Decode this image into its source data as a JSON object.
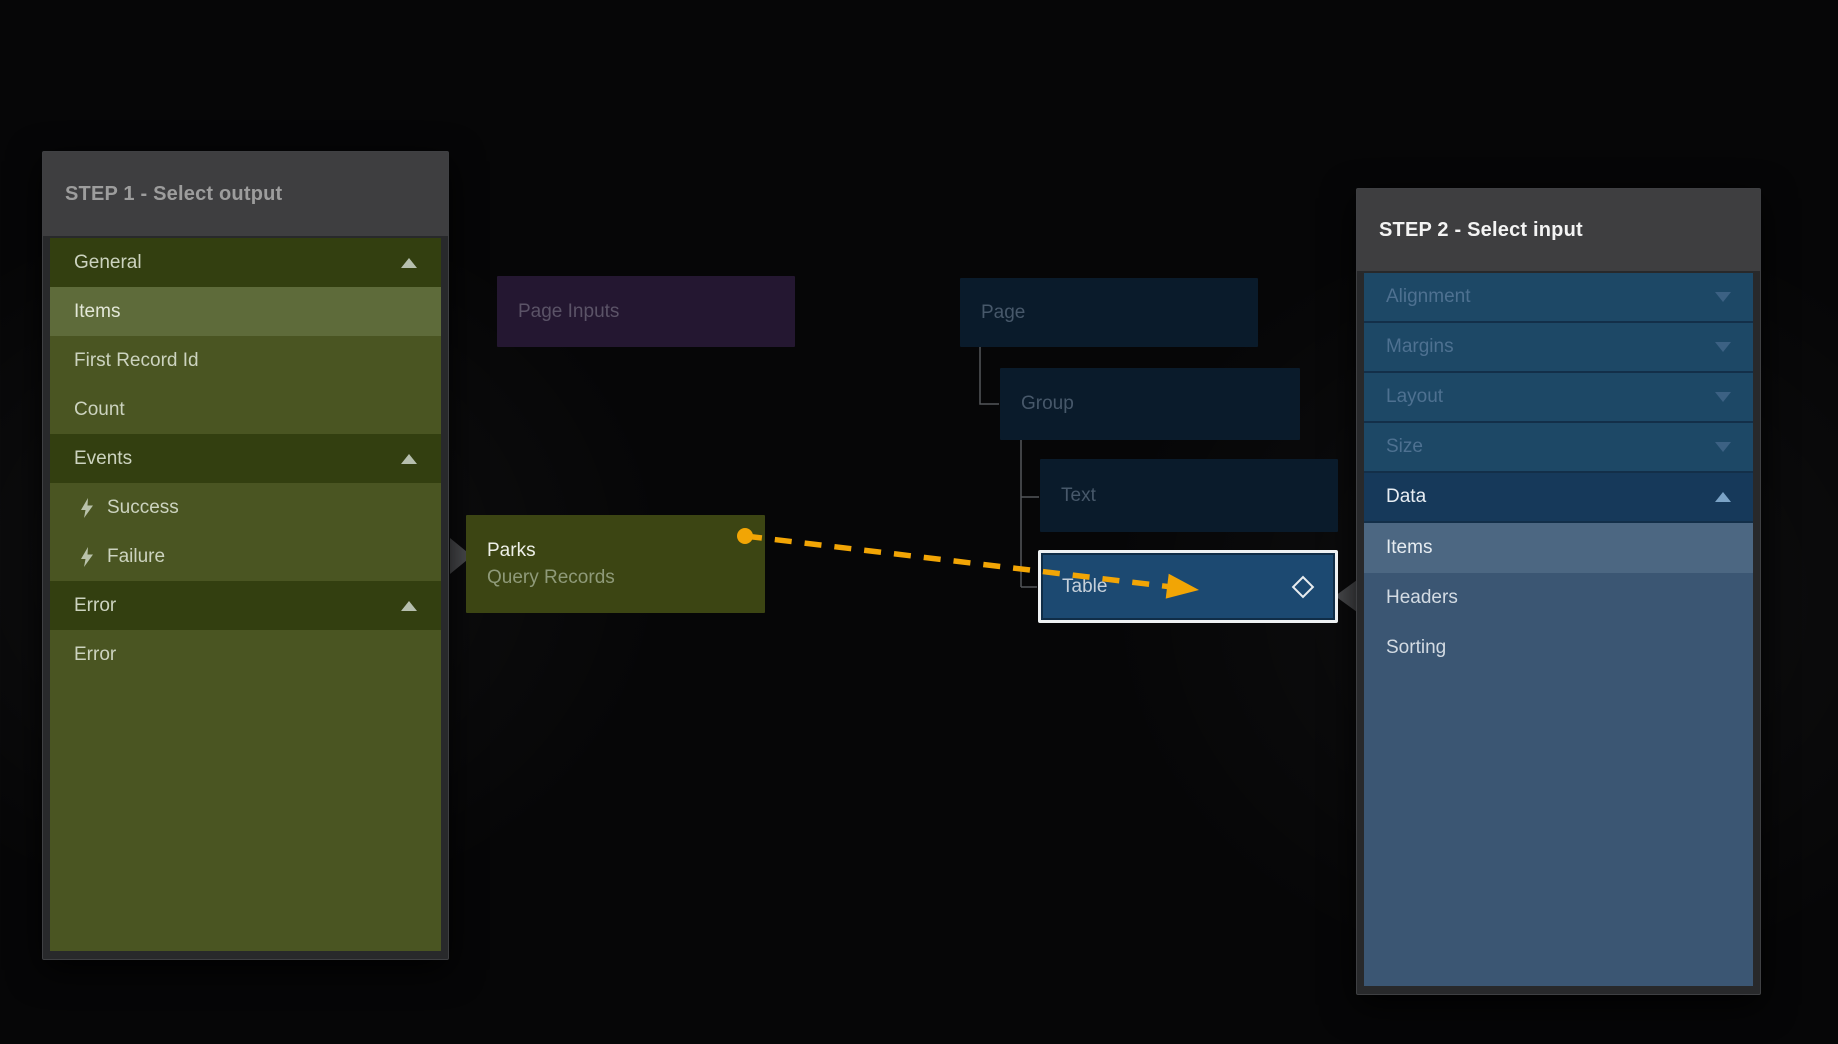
{
  "step1": {
    "title": "STEP 1 - Select output",
    "items": [
      {
        "label": "General",
        "type": "section",
        "icon": "chevron-up-icon"
      },
      {
        "label": "Items",
        "type": "item",
        "selected": true
      },
      {
        "label": "First Record Id",
        "type": "item"
      },
      {
        "label": "Count",
        "type": "item"
      },
      {
        "label": "Events",
        "type": "section",
        "icon": "chevron-up-icon"
      },
      {
        "label": "Success",
        "type": "event",
        "icon": "lightning-icon"
      },
      {
        "label": "Failure",
        "type": "event",
        "icon": "lightning-icon"
      },
      {
        "label": "Error",
        "type": "section",
        "icon": "chevron-up-icon"
      },
      {
        "label": "Error",
        "type": "item"
      }
    ]
  },
  "step2": {
    "title": "STEP 2 - Select input",
    "items": [
      {
        "label": "Alignment",
        "type": "group-collapsed",
        "icon": "chevron-down-icon"
      },
      {
        "label": "Margins",
        "type": "group-collapsed",
        "icon": "chevron-down-icon"
      },
      {
        "label": "Layout",
        "type": "group-collapsed",
        "icon": "chevron-down-icon"
      },
      {
        "label": "Size",
        "type": "group-collapsed",
        "icon": "chevron-down-icon"
      },
      {
        "label": "Data",
        "type": "group-expanded",
        "icon": "chevron-up-icon"
      },
      {
        "label": "Items",
        "type": "sub",
        "selected": true
      },
      {
        "label": "Headers",
        "type": "sub"
      },
      {
        "label": "Sorting",
        "type": "sub"
      }
    ]
  },
  "nodes": {
    "page_inputs": {
      "label": "Page Inputs"
    },
    "parks": {
      "title": "Parks",
      "subtitle": "Query Records"
    },
    "page": {
      "label": "Page"
    },
    "group": {
      "label": "Group"
    },
    "text": {
      "label": "Text"
    },
    "table": {
      "label": "Table",
      "icon": "diamond-icon"
    }
  },
  "connection": {
    "from": "Parks output",
    "to": "Table",
    "style": "orange-dashed-arrow"
  },
  "colors": {
    "accent": "#f2a505",
    "header-bg": "#3e3e40",
    "olive-row": "#4a5522",
    "olive-section": "#333f10",
    "olive-sel": "#5e6b3a",
    "parks-node": "#3c4513",
    "purple-node": "#241731",
    "navy-node": "#0a1b2b",
    "table-node": "#1c4971",
    "blue-group": "#1d4866",
    "blue-open": "#16395a",
    "blue-sel": "#4c6782",
    "blue-sub": "#3b5673"
  }
}
